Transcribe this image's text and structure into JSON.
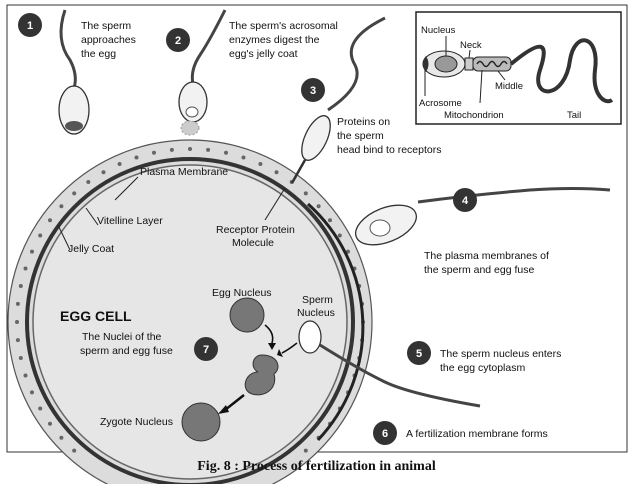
{
  "steps": [
    {
      "number": "1",
      "lines": [
        "The sperm",
        "approaches",
        "the egg"
      ]
    },
    {
      "number": "2",
      "lines": [
        "The sperm's acrosomal",
        "enzymes digest the",
        "egg's jelly coat"
      ]
    },
    {
      "number": "3",
      "lines": [
        "Proteins on",
        "the sperm",
        "head bind to receptors"
      ]
    },
    {
      "number": "4",
      "lines": [
        "The plasma membranes of",
        "the sperm and egg fuse"
      ]
    },
    {
      "number": "5",
      "lines": [
        "The sperm nucleus enters",
        "the egg cytoplasm"
      ]
    },
    {
      "number": "6",
      "lines": [
        "A fertilization membrane forms"
      ]
    },
    {
      "number": "7",
      "lines": [
        "The Nuclei of the",
        "sperm and egg fuse"
      ]
    }
  ],
  "egg_labels": {
    "plasma_membrane": "Plasma Membrane",
    "vitelline_layer": "Vitelline Layer",
    "jelly_coat": "Jelly Coat",
    "receptor": [
      "Receptor Protein",
      "Molecule"
    ],
    "egg_cell": "EGG CELL",
    "egg_nucleus": "Egg Nucleus",
    "sperm_nucleus": [
      "Sperm",
      "Nucleus"
    ],
    "zygote_nucleus": "Zygote Nucleus"
  },
  "sperm_anatomy": {
    "nucleus": "Nucleus",
    "neck": "Neck",
    "middle": "Middle",
    "acrosome": "Acrosome",
    "mitochondrion": "Mitochondrion",
    "tail": "Tail"
  },
  "caption": "Fig.    8 : Process of fertilization in animal"
}
